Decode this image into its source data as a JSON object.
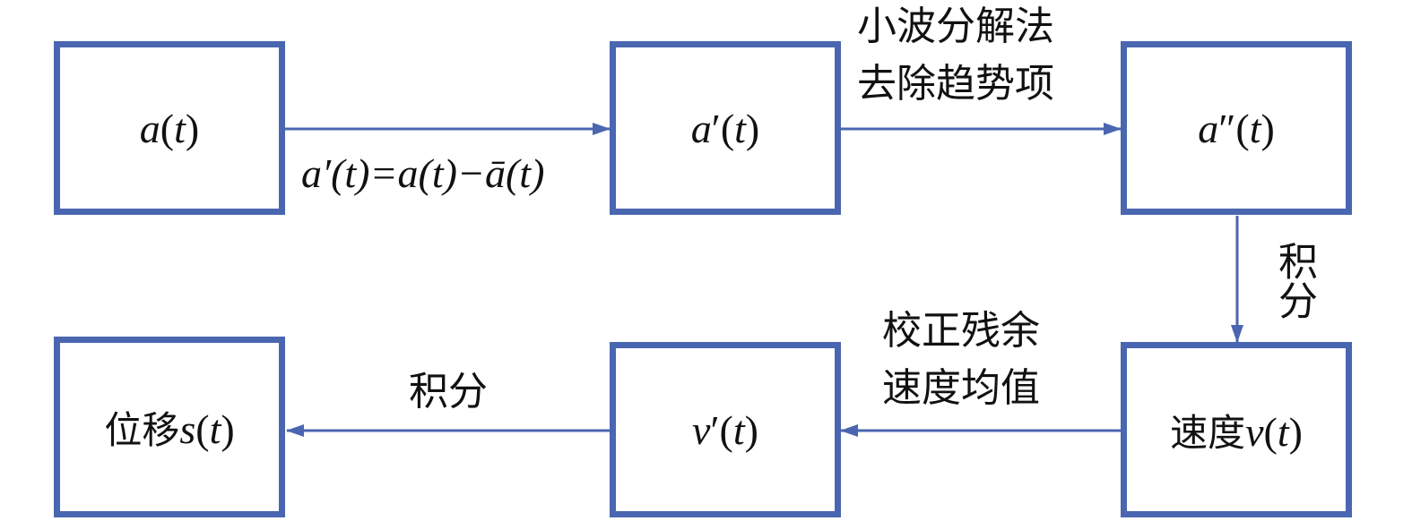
{
  "accent_color": "#4a66b0",
  "boxes": {
    "a": {
      "var": "a",
      "arg": "t",
      "prefix": "",
      "prime": ""
    },
    "a1": {
      "var": "a",
      "arg": "t",
      "prefix": "",
      "prime": "′"
    },
    "a2": {
      "var": "a",
      "arg": "t",
      "prefix": "",
      "prime": "″"
    },
    "v": {
      "var": "v",
      "arg": "t",
      "prefix": "速度",
      "prime": ""
    },
    "v1": {
      "var": "v",
      "arg": "t",
      "prefix": "",
      "prime": "′"
    },
    "s": {
      "var": "s",
      "arg": "t",
      "prefix": "位移",
      "prime": ""
    }
  },
  "edges": {
    "e1": {
      "label": "a′(t)=a(t)−ā(t)"
    },
    "e2": {
      "line1": "小波分解法",
      "line2": "去除趋势项"
    },
    "e3": {
      "label": "积分"
    },
    "e4": {
      "line1": "校正残余",
      "line2": "速度均值"
    },
    "e5": {
      "label": "积分"
    }
  }
}
